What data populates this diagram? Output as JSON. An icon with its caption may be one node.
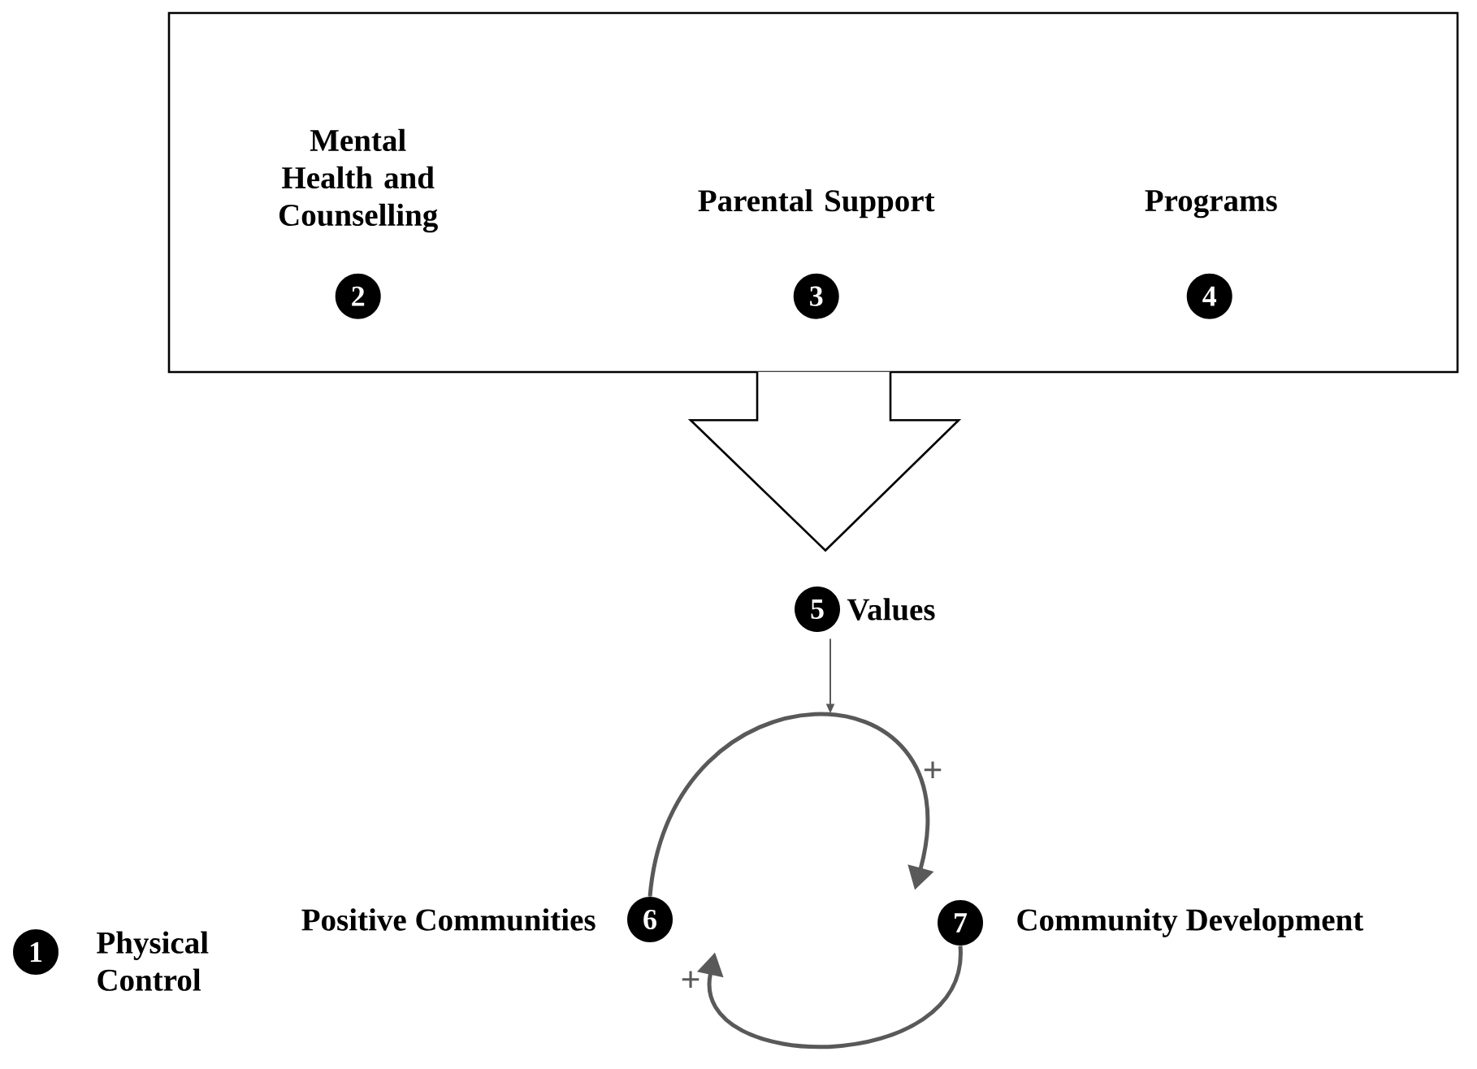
{
  "diagram": {
    "nodes": [
      {
        "text": [],
        "shape": "box"
      },
      {
        "text": [
          "2"
        ],
        "in": 0,
        "beside": [
          "Mental Health and Counselling"
        ]
      },
      {
        "text": [
          "3"
        ],
        "in": 0,
        "beside": [
          "Parental Support"
        ]
      },
      {
        "text": [
          "4"
        ],
        "in": 0,
        "beside": [
          "Programs"
        ]
      },
      {
        "text": [
          "5"
        ],
        "beside": [
          "Values"
        ]
      },
      {
        "text": [
          "6"
        ],
        "beside": [
          "Positive Communities"
        ]
      },
      {
        "text": [
          "7"
        ],
        "beside": [
          "Community Development"
        ]
      },
      {
        "text": [
          "1"
        ],
        "beside": [
          "Physical Control"
        ]
      }
    ],
    "edges": [
      {
        "from": 0,
        "to": 4,
        "arrow": "to",
        "style": "thick"
      },
      {
        "from": 4,
        "to": null,
        "arrow": "to"
      },
      {
        "from": 5,
        "to": 6,
        "arrow": "to",
        "label": "+"
      },
      {
        "from": 6,
        "to": 5,
        "arrow": "to",
        "label": "+"
      }
    ]
  }
}
